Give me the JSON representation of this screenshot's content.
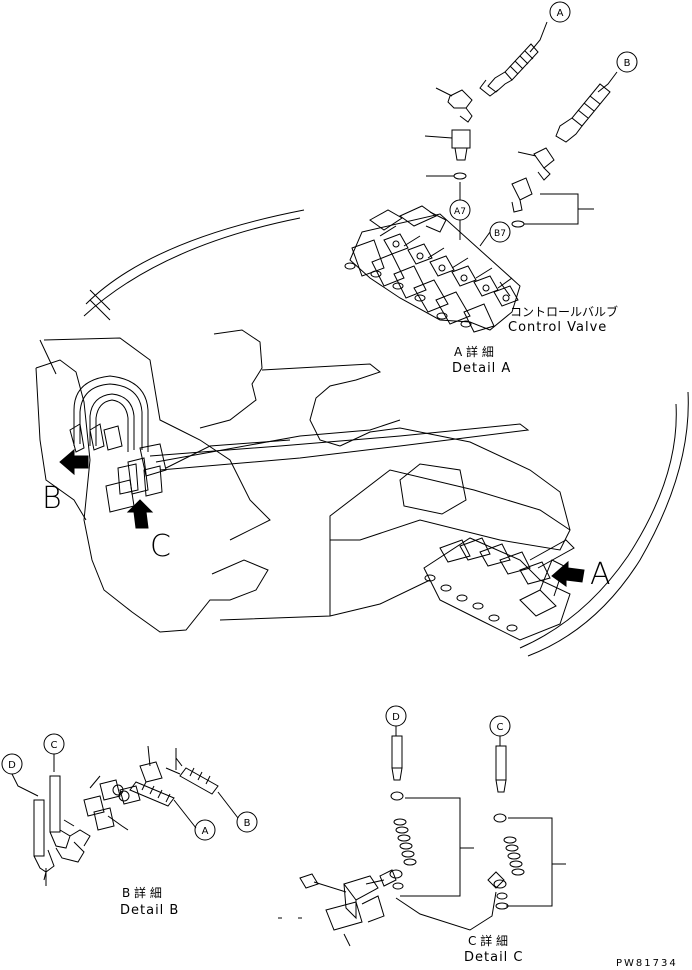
{
  "callouts": {
    "a": "A",
    "b": "B",
    "c": "C",
    "d": "D",
    "a7": "A7",
    "b7": "B7"
  },
  "view_letters": {
    "a": "A",
    "b": "B",
    "c": "C"
  },
  "labels": {
    "control_valve_jp": "コントロールバルブ",
    "control_valve_en": "Control Valve",
    "detail_a_jp": "A 詳 細",
    "detail_a_en": "Detail A",
    "detail_b_jp": "B 詳 細",
    "detail_b_en": "Detail B",
    "detail_c_jp": "C 詳 細",
    "detail_c_en": "Detail C",
    "drawing_number": "PW81734"
  }
}
